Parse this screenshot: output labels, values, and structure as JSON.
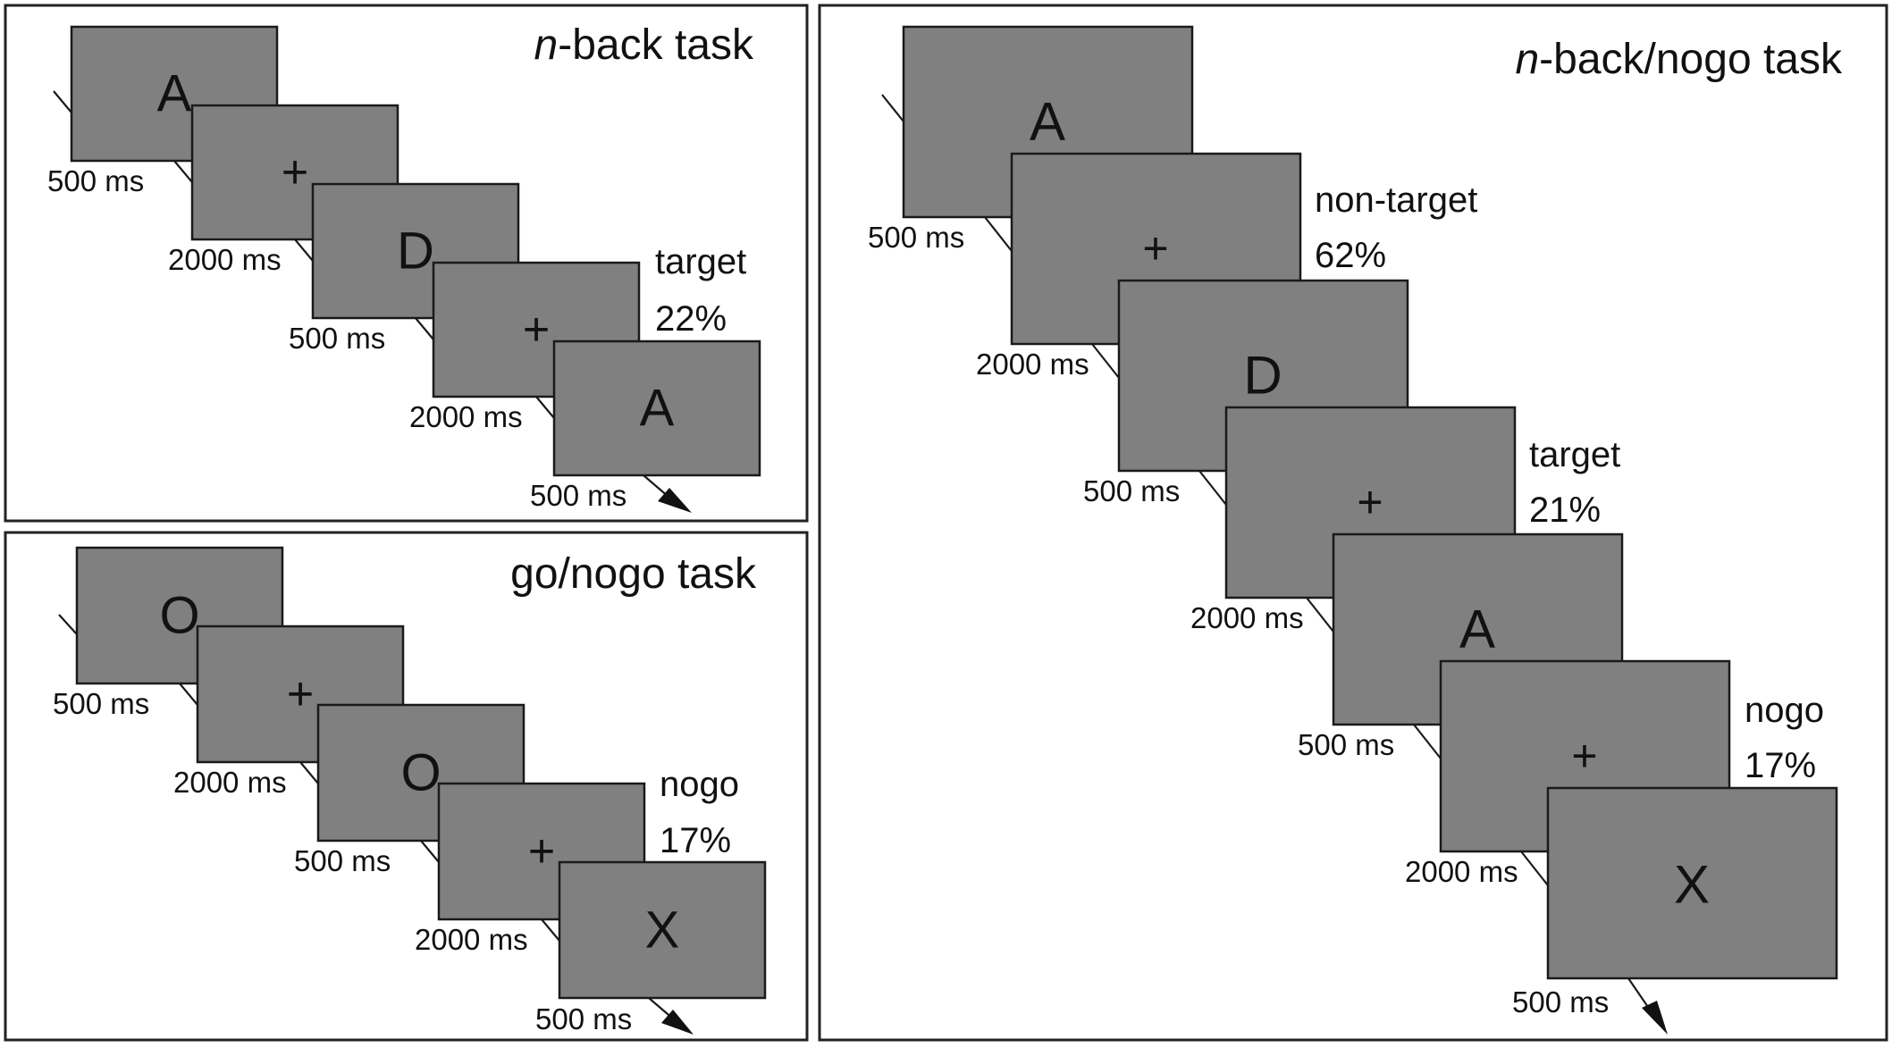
{
  "panels": [
    {
      "id": "nback",
      "title_italic": "n",
      "title_rest": "-back task",
      "screens": [
        {
          "stimulus": "A",
          "duration": "500 ms"
        },
        {
          "stimulus": "+",
          "duration": "2000 ms"
        },
        {
          "stimulus": "D",
          "duration": "500 ms"
        },
        {
          "stimulus": "+",
          "duration": "2000 ms"
        },
        {
          "stimulus": "A",
          "duration": "500 ms"
        }
      ],
      "conditions": [
        {
          "name": "target",
          "percent": "22%"
        }
      ]
    },
    {
      "id": "gonogo",
      "title_italic": "",
      "title_rest": "go/nogo task",
      "screens": [
        {
          "stimulus": "O",
          "duration": "500 ms"
        },
        {
          "stimulus": "+",
          "duration": "2000 ms"
        },
        {
          "stimulus": "O",
          "duration": "500 ms"
        },
        {
          "stimulus": "+",
          "duration": "2000 ms"
        },
        {
          "stimulus": "X",
          "duration": "500 ms"
        }
      ],
      "conditions": [
        {
          "name": "nogo",
          "percent": "17%"
        }
      ]
    },
    {
      "id": "nbacknogo",
      "title_italic": "n",
      "title_rest": "-back/nogo task",
      "screens": [
        {
          "stimulus": "A",
          "duration": "500 ms"
        },
        {
          "stimulus": "+",
          "duration": "2000 ms"
        },
        {
          "stimulus": "D",
          "duration": "500 ms"
        },
        {
          "stimulus": "+",
          "duration": "2000 ms"
        },
        {
          "stimulus": "A",
          "duration": "500 ms"
        },
        {
          "stimulus": "+",
          "duration": "2000 ms"
        },
        {
          "stimulus": "X",
          "duration": "500 ms"
        }
      ],
      "conditions": [
        {
          "name": "non-target",
          "percent": "62%"
        },
        {
          "name": "target",
          "percent": "21%"
        },
        {
          "name": "nogo",
          "percent": "17%"
        }
      ]
    }
  ]
}
